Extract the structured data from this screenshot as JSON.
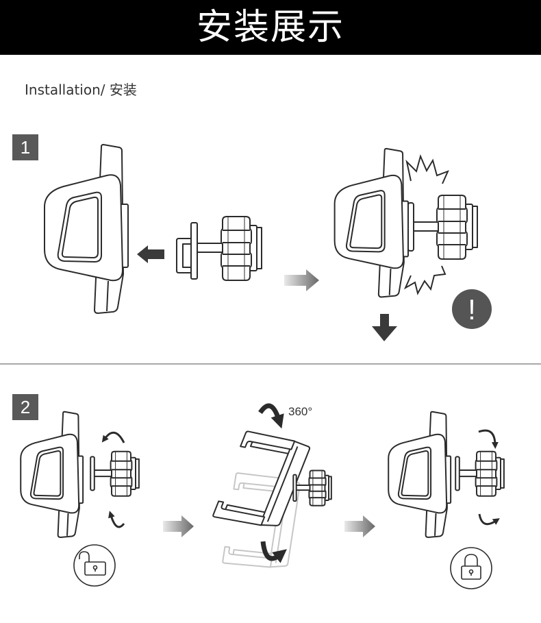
{
  "header": {
    "title": "安装展示"
  },
  "subtitle": "Installation/ 安装",
  "step1": {
    "badge": "1",
    "warning_mark": "!",
    "icons": [
      "phone-holder-icon",
      "vent-clip-mount-icon",
      "arrow-left-icon",
      "arrow-right-icon",
      "snap-burst-icon",
      "warning-icon",
      "arrow-down-icon"
    ]
  },
  "step2": {
    "badge": "2",
    "rotation_label": "360°",
    "icons": [
      "rotate-ccw-arrow-icon",
      "unlock-icon",
      "arrow-right-icon",
      "rotate-360-arrow-icon",
      "rotate-cw-arrow-icon",
      "lock-icon"
    ]
  },
  "colors": {
    "header_bg": "#000000",
    "header_text": "#ffffff",
    "badge_bg": "#595959",
    "line_art": "#2b2b2b",
    "arrow": "#3a3a3a",
    "arrow_light": "#e9e9e9",
    "arrow_dark": "#686868",
    "ghost": "#c6c6c6",
    "divider": "#8c8c8c",
    "warning": "#555555"
  }
}
